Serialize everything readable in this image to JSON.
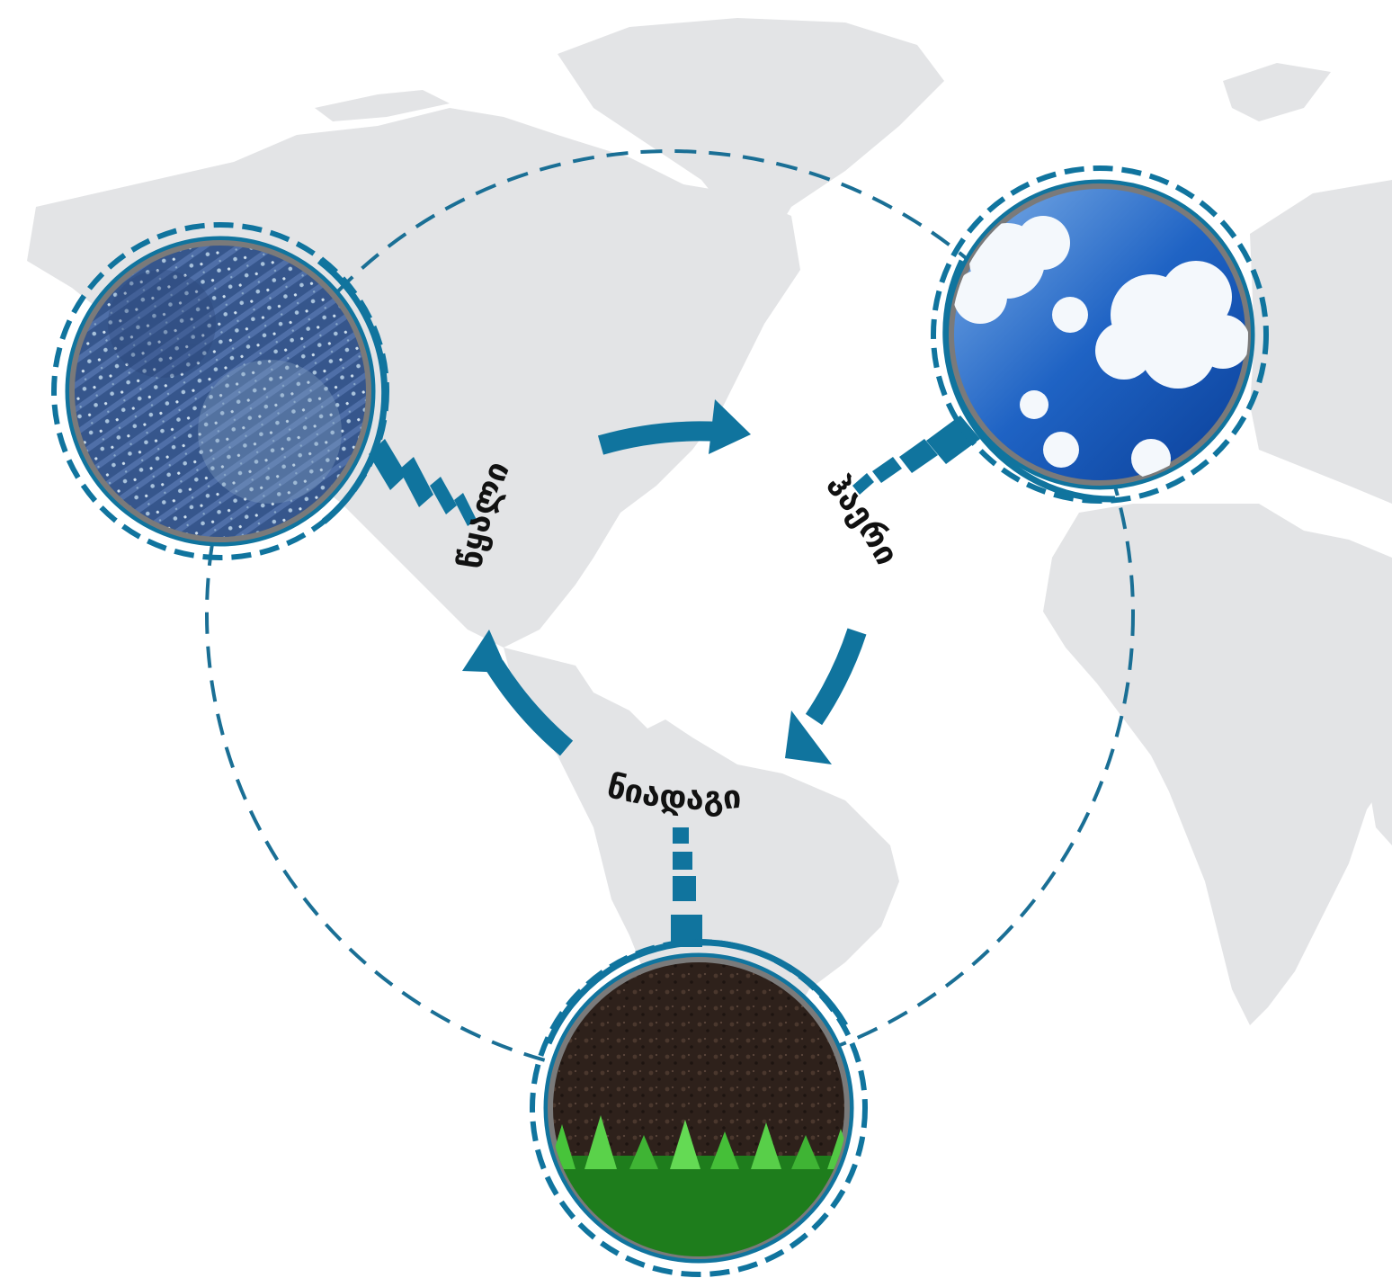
{
  "diagram": {
    "nodes": [
      {
        "id": "water",
        "label": "წყალი",
        "image": "water-texture"
      },
      {
        "id": "air",
        "label": "ჰაერი",
        "image": "sky-clouds"
      },
      {
        "id": "soil",
        "label": "ნიადაგი",
        "image": "soil-grass"
      }
    ],
    "cycle_direction": "clockwise",
    "colors": {
      "accent": "#10749e",
      "dash": "#1a6f95",
      "map": "#e3e4e6",
      "ring_border": "#7a7a7a",
      "label": "#111111"
    }
  }
}
